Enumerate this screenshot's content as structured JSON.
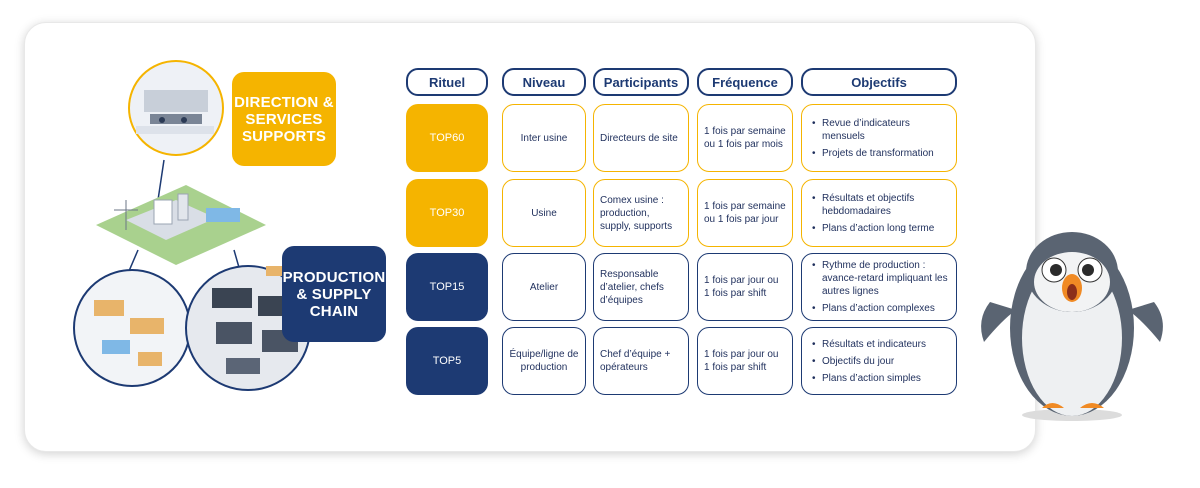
{
  "labels": {
    "direction": "DIRECTION & SERVICES SUPPORTS",
    "production": "PRODUCTION & SUPPLY CHAIN"
  },
  "headers": {
    "rituel": "Rituel",
    "niveau": "Niveau",
    "participants": "Participants",
    "frequence": "Fréquence",
    "objectifs": "Objectifs"
  },
  "rows": [
    {
      "rituel": "TOP60",
      "niveau": "Inter usine",
      "participants": "Directeurs de site",
      "frequence": "1 fois par semaine ou 1 fois par mois",
      "objectifs": [
        "Revue d’indicateurs mensuels",
        "Projets de transformation"
      ]
    },
    {
      "rituel": "TOP30",
      "niveau": "Usine",
      "participants": "Comex usine : production, supply, supports",
      "frequence": "1 fois par semaine ou 1 fois par jour",
      "objectifs": [
        "Résultats et objectifs hebdomadaires",
        "Plans d’action long terme"
      ]
    },
    {
      "rituel": "TOP15",
      "niveau": "Atelier",
      "participants": "Responsable d’atelier, chefs d’équipes",
      "frequence": "1 fois par jour ou 1 fois par shift",
      "objectifs": [
        "Rythme de production : avance-retard impliquant les autres lignes",
        "Plans d’action complexes"
      ]
    },
    {
      "rituel": "TOP5",
      "niveau": "Équipe/ligne de production",
      "participants": "Chef d’équipe + opérateurs",
      "frequence": "1 fois par jour ou 1 fois par shift",
      "objectifs": [
        "Résultats et indicateurs",
        "Objectifs du jour",
        "Plans d’action simples"
      ]
    }
  ],
  "colors": {
    "yellow": "#f5b400",
    "navy": "#1d3a73"
  },
  "icons": [
    "office-illustration",
    "factory-illustration",
    "warehouse-illustration",
    "assembly-line-illustration",
    "penguin-mascot"
  ]
}
